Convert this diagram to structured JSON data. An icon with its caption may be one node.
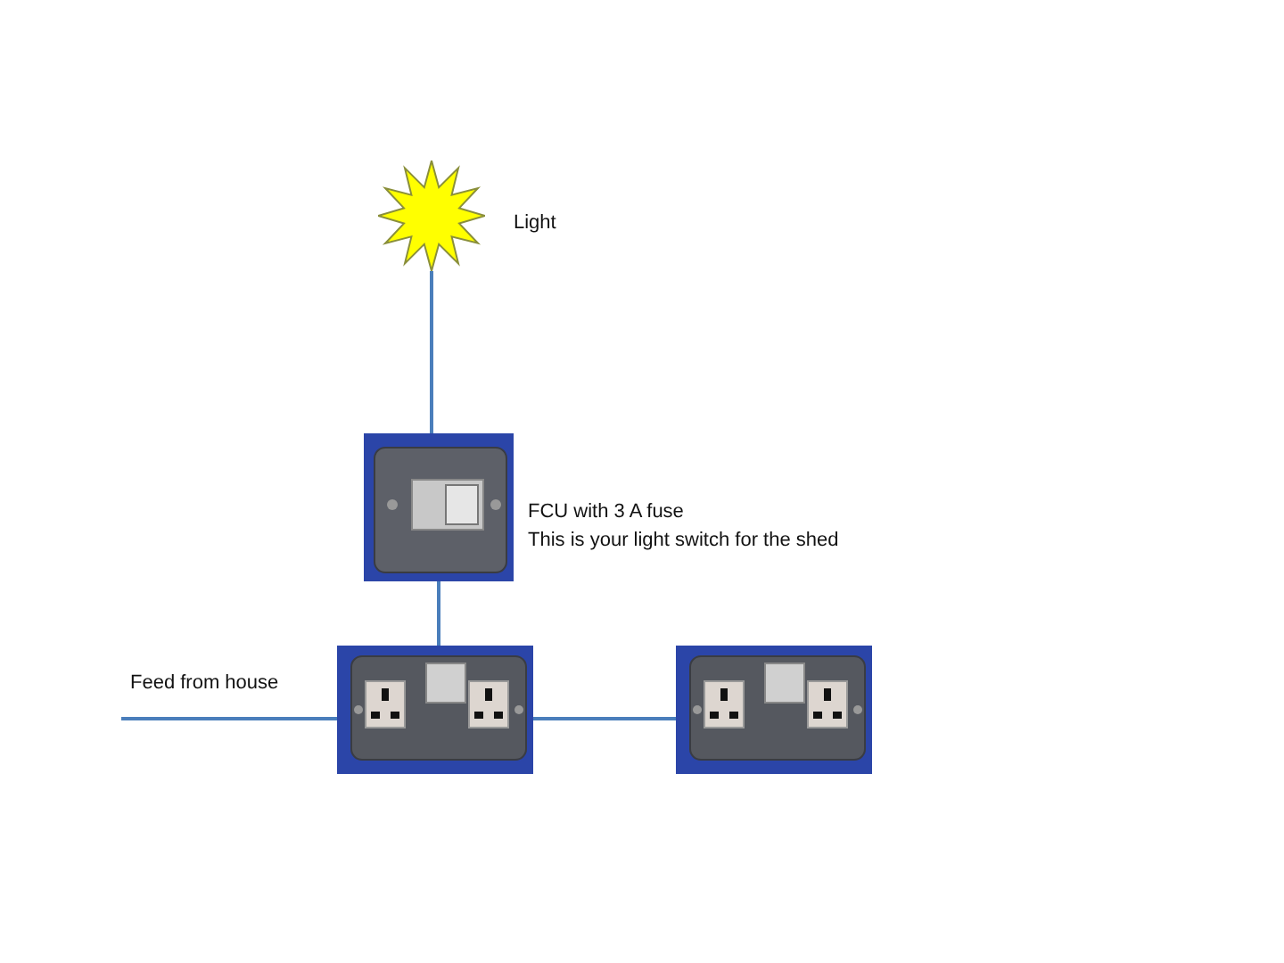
{
  "diagram": {
    "nodes": [
      {
        "text": [],
        "shape": "star",
        "beside": [
          "Light"
        ]
      },
      {
        "text": [],
        "shape": "picture",
        "beside": [
          "FCU with 3 A fuse",
          "This is your light switch for the shed"
        ]
      },
      {
        "text": [],
        "shape": "picture"
      },
      {
        "text": [],
        "shape": "picture"
      }
    ],
    "edges": [
      {
        "from": 0,
        "to": 1,
        "arrow": "none"
      },
      {
        "from": 1,
        "to": 2,
        "arrow": "none"
      },
      {
        "from": null,
        "to": 2,
        "arrow": "none",
        "label": "Feed from house"
      },
      {
        "from": 2,
        "to": 3,
        "arrow": "none"
      }
    ]
  }
}
